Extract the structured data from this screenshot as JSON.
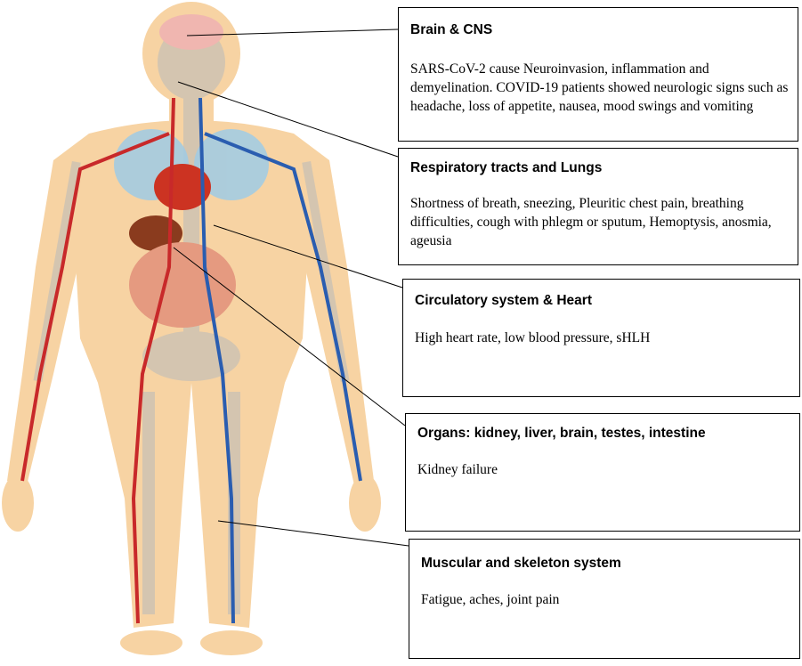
{
  "boxes": [
    {
      "title": "Brain & CNS",
      "text": "SARS-CoV-2 cause Neuroinvasion, inflammation and demyelination. COVID-19 patients showed neurologic signs such as headache, loss of appetite, nausea, mood swings and vomiting"
    },
    {
      "title": "Respiratory tracts and Lungs",
      "text": "Shortness of breath, sneezing, Pleuritic chest pain, breathing difficulties, cough with phlegm or sputum, Hemoptysis, anosmia, ageusia"
    },
    {
      "title": "Circulatory system & Heart",
      "text": "High heart rate, low blood pressure, sHLH"
    },
    {
      "title": "Organs: kidney, liver, brain, testes, intestine",
      "text": "Kidney failure"
    },
    {
      "title": "Muscular and skeleton system",
      "text": "Fatigue, aches, joint pain"
    }
  ],
  "colors": {
    "skin": "#f7d3a3",
    "skeleton": "#c9c1b4",
    "artery": "#c8292a",
    "vein": "#2a5db0",
    "lungs": "#9fcbe6",
    "heart": "#cc3322",
    "liver": "#8a3b1e",
    "intestine": "#e59a80",
    "brain": "#f0b6b0"
  }
}
